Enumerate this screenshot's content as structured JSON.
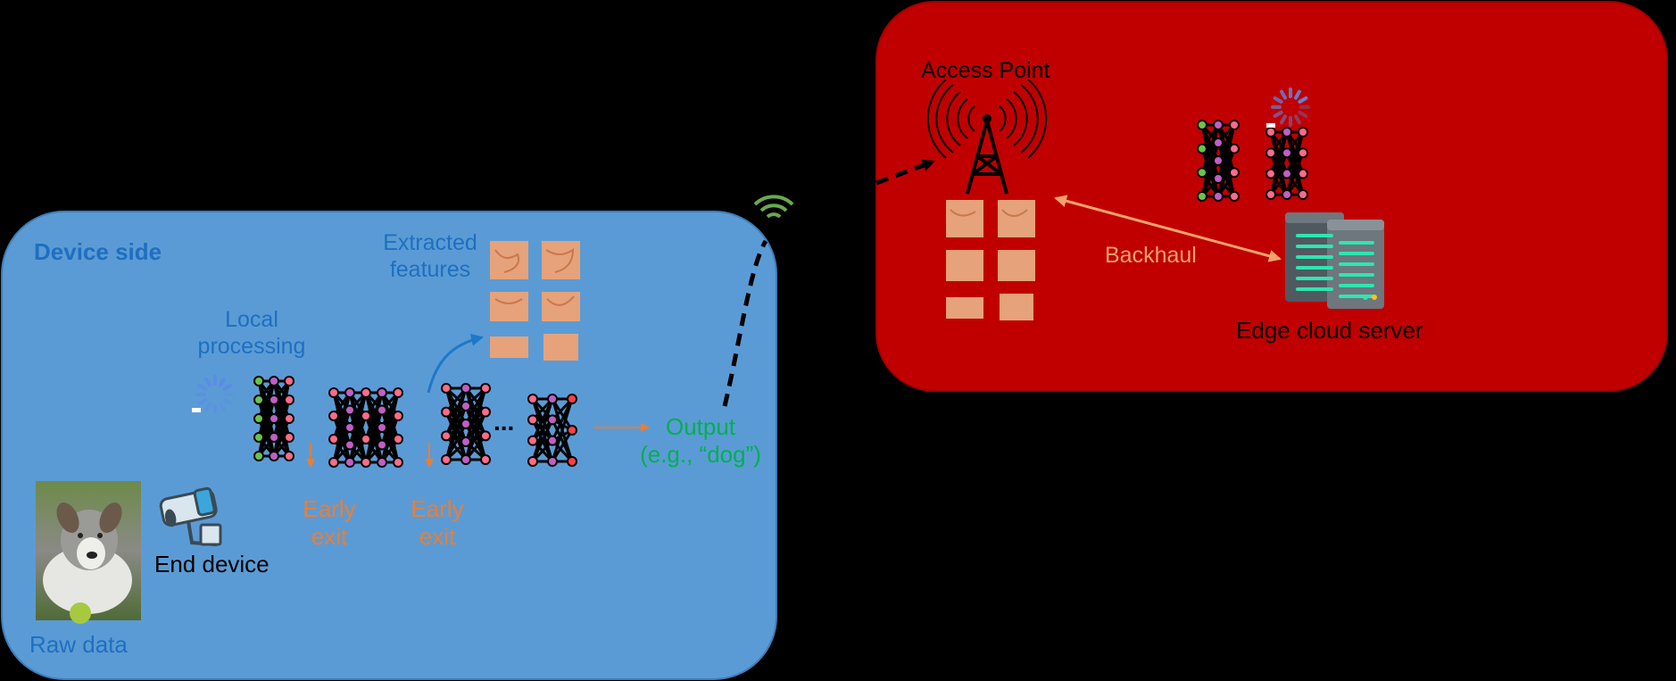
{
  "colors": {
    "background": "#000000",
    "device_panel": "#5B9BD5",
    "edge_panel": "#C00000",
    "device_title": "#1F6FC0",
    "blue_text": "#1F6FC0",
    "orange": "#ED7D31",
    "green": "#00B050",
    "dark": "#000000",
    "white": "#FFFFFF",
    "feature_tile": "#E6A27A"
  },
  "device_side": {
    "title": "Device side",
    "extracted_features_line1": "Extracted",
    "extracted_features_line2": "features",
    "local_processing_line1": "Local",
    "local_processing_line2": "processing",
    "early_exit_1_line1": "Early",
    "early_exit_1_line2": "exit",
    "early_exit_2_line1": "Early",
    "early_exit_2_line2": "exit",
    "ellipsis": "...",
    "output_line1": "Output",
    "output_line2": "(e.g., “dog”)",
    "end_device": "End device",
    "raw_data": "Raw data"
  },
  "edge_side": {
    "access_point": "Access Point",
    "backhaul": "Backhaul",
    "edge_cloud_server": "Edge cloud server"
  },
  "icons": {
    "wifi": "wifi-icon",
    "tower": "radio-tower-icon",
    "server": "server-icon",
    "camera": "camera-icon",
    "spinner": "loading-spinner-icon",
    "dog_photo": "dog-photo"
  }
}
